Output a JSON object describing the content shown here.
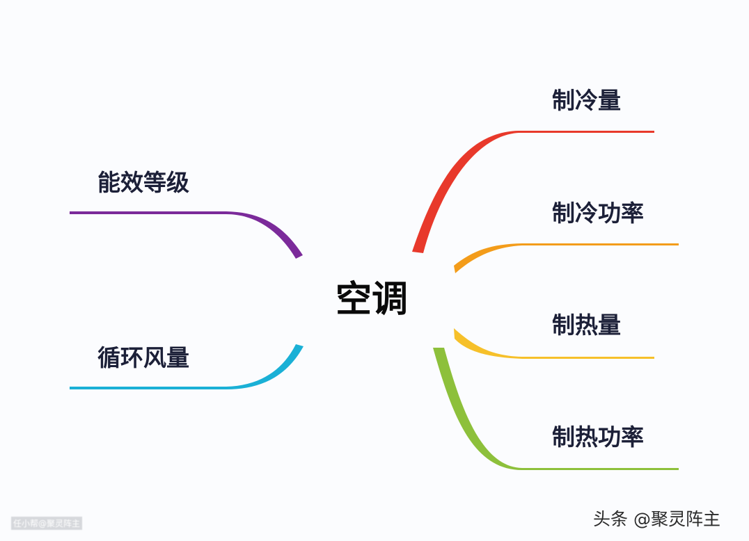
{
  "center": {
    "label": "空调"
  },
  "left_branches": [
    {
      "label": "能效等级",
      "color": "#7b2a9a"
    },
    {
      "label": "循环风量",
      "color": "#1ab0d6"
    }
  ],
  "right_branches": [
    {
      "label": "制冷量",
      "color": "#e8392b"
    },
    {
      "label": "制冷功率",
      "color": "#f39c1a"
    },
    {
      "label": "制热量",
      "color": "#f6c02a"
    },
    {
      "label": "制热功率",
      "color": "#8dc03b"
    }
  ],
  "watermark": "任小帮@聚灵阵主",
  "credit": "头条 @聚灵阵主"
}
